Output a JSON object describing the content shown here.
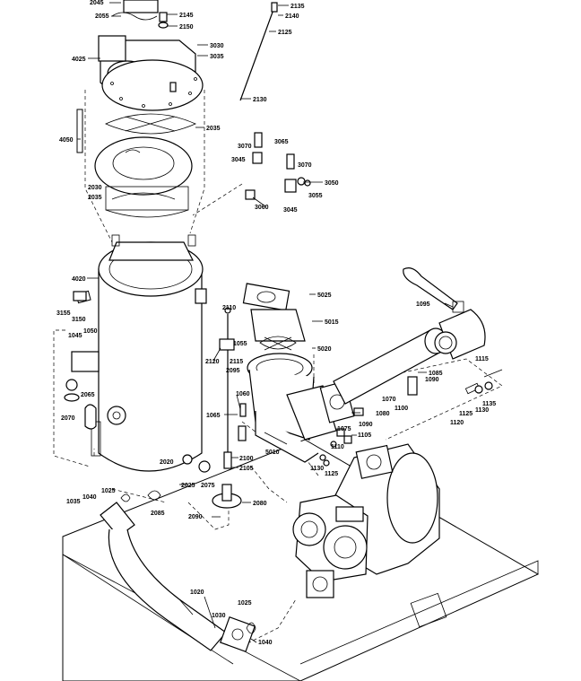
{
  "diagram": {
    "labels": [
      {
        "id": "l2045",
        "text": "2045"
      },
      {
        "id": "l2055",
        "text": "2055"
      },
      {
        "id": "l2145",
        "text": "2145"
      },
      {
        "id": "l2150",
        "text": "2150"
      },
      {
        "id": "l2135",
        "text": "2135"
      },
      {
        "id": "l2140",
        "text": "2140"
      },
      {
        "id": "l2125",
        "text": "2125"
      },
      {
        "id": "l3030",
        "text": "3030"
      },
      {
        "id": "l3035",
        "text": "3035"
      },
      {
        "id": "l4025",
        "text": "4025"
      },
      {
        "id": "l2130",
        "text": "2130"
      },
      {
        "id": "l2035a",
        "text": "2035"
      },
      {
        "id": "l4050",
        "text": "4050"
      },
      {
        "id": "l3070a",
        "text": "3070"
      },
      {
        "id": "l3065",
        "text": "3065"
      },
      {
        "id": "l3045a",
        "text": "3045"
      },
      {
        "id": "l3070b",
        "text": "3070"
      },
      {
        "id": "l3050",
        "text": "3050"
      },
      {
        "id": "l3055",
        "text": "3055"
      },
      {
        "id": "l2030",
        "text": "2030"
      },
      {
        "id": "l2035b",
        "text": "2035"
      },
      {
        "id": "l3060",
        "text": "3060"
      },
      {
        "id": "l3045b",
        "text": "3045"
      },
      {
        "id": "l4020",
        "text": "4020"
      },
      {
        "id": "l5025",
        "text": "5025"
      },
      {
        "id": "l5015",
        "text": "5015"
      },
      {
        "id": "l1095",
        "text": "1095"
      },
      {
        "id": "l3155",
        "text": "3155"
      },
      {
        "id": "l3150",
        "text": "3150"
      },
      {
        "id": "l2110",
        "text": "2110"
      },
      {
        "id": "l1045",
        "text": "1045"
      },
      {
        "id": "l1050",
        "text": "1050"
      },
      {
        "id": "l1055",
        "text": "1055"
      },
      {
        "id": "l5020",
        "text": "5020"
      },
      {
        "id": "l2120",
        "text": "2120"
      },
      {
        "id": "l2115",
        "text": "2115"
      },
      {
        "id": "l2095",
        "text": "2095"
      },
      {
        "id": "l1115",
        "text": "1115"
      },
      {
        "id": "l1085",
        "text": "1085"
      },
      {
        "id": "l1090a",
        "text": "1090"
      },
      {
        "id": "l2065",
        "text": "2065"
      },
      {
        "id": "l1060",
        "text": "1060"
      },
      {
        "id": "l1070",
        "text": "1070"
      },
      {
        "id": "l1135",
        "text": "1135"
      },
      {
        "id": "l1130a",
        "text": "1130"
      },
      {
        "id": "l2070",
        "text": "2070"
      },
      {
        "id": "l1100",
        "text": "1100"
      },
      {
        "id": "l1125a",
        "text": "1125"
      },
      {
        "id": "l1065",
        "text": "1065"
      },
      {
        "id": "l1090b",
        "text": "1090"
      },
      {
        "id": "l1080",
        "text": "1080"
      },
      {
        "id": "l1120",
        "text": "1120"
      },
      {
        "id": "l1075",
        "text": "1075"
      },
      {
        "id": "l1105",
        "text": "1105"
      },
      {
        "id": "l1110",
        "text": "1110"
      },
      {
        "id": "l5010",
        "text": "5010"
      },
      {
        "id": "l2020",
        "text": "2020"
      },
      {
        "id": "l2100",
        "text": "2100"
      },
      {
        "id": "l2105",
        "text": "2105"
      },
      {
        "id": "l1130b",
        "text": "1130"
      },
      {
        "id": "l1125b",
        "text": "1125"
      },
      {
        "id": "l1025a",
        "text": "1025"
      },
      {
        "id": "l2025",
        "text": "2025"
      },
      {
        "id": "l2075",
        "text": "2075"
      },
      {
        "id": "l1035",
        "text": "1035"
      },
      {
        "id": "l1040a",
        "text": "1040"
      },
      {
        "id": "l2085",
        "text": "2085"
      },
      {
        "id": "l2080",
        "text": "2080"
      },
      {
        "id": "l2090",
        "text": "2090"
      },
      {
        "id": "l1020",
        "text": "1020"
      },
      {
        "id": "l1025b",
        "text": "1025"
      },
      {
        "id": "l1030",
        "text": "1030"
      },
      {
        "id": "l1040b",
        "text": "1040"
      }
    ]
  }
}
